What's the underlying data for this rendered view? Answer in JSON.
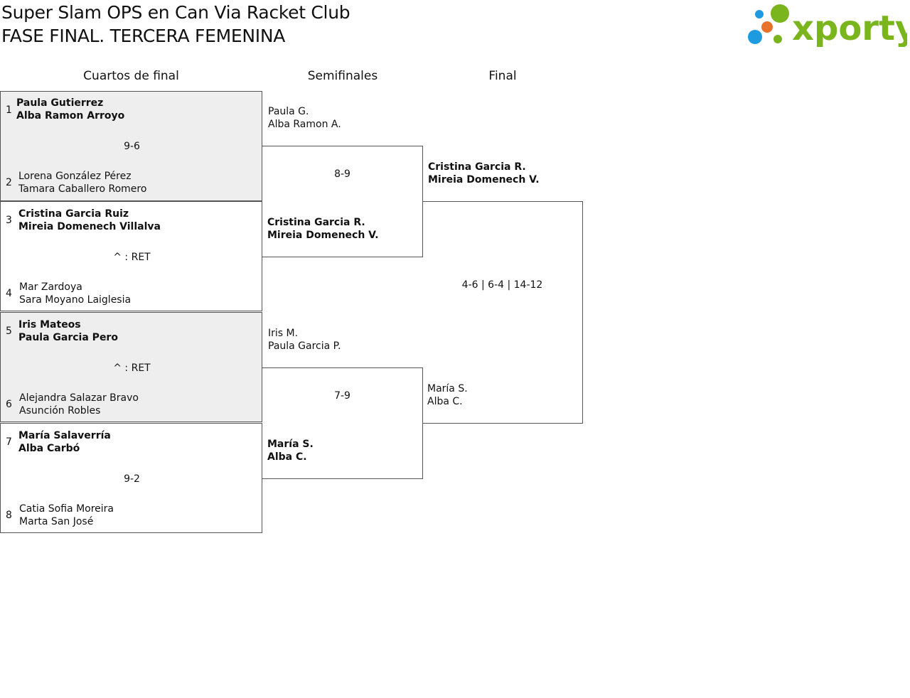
{
  "header": {
    "title": "Super Slam OPS en Can Via Racket Club",
    "subtitle": "FASE FINAL. TERCERA FEMENINA",
    "logo_text": "xporty",
    "logo_colors": {
      "green": "#7ab51d",
      "blue": "#1e9be0",
      "orange": "#e8722a"
    }
  },
  "rounds": {
    "quarterfinals": "Cuartos de final",
    "semifinals": "Semifinales",
    "final": "Final"
  },
  "quarterfinals": [
    {
      "top": {
        "seed": "1",
        "p1": "Paula Gutierrez",
        "p2": "Alba Ramon Arroyo"
      },
      "score": "9-6",
      "bottom": {
        "seed": "2",
        "p1": "Lorena González Pérez",
        "p2": "Tamara Caballero Romero"
      }
    },
    {
      "top": {
        "seed": "3",
        "p1": "Cristina Garcia Ruiz",
        "p2": "Mireia Domenech Villalva"
      },
      "score": "^ : RET",
      "bottom": {
        "seed": "4",
        "p1": "Mar Zardoya",
        "p2": "Sara Moyano Laiglesia"
      }
    },
    {
      "top": {
        "seed": "5",
        "p1": "Iris Mateos",
        "p2": "Paula Garcia Pero"
      },
      "score": "^ : RET",
      "bottom": {
        "seed": "6",
        "p1": "Alejandra Salazar Bravo",
        "p2": "Asunción Robles"
      }
    },
    {
      "top": {
        "seed": "7",
        "p1": "María Salaverría",
        "p2": "Alba Carbó"
      },
      "score": "9-2",
      "bottom": {
        "seed": "8",
        "p1": "Catia Sofia Moreira",
        "p2": "Marta San José"
      }
    }
  ],
  "semifinals": [
    {
      "top": {
        "p1": "Paula G.",
        "p2": "Alba Ramon A."
      },
      "score": "8-9",
      "bottom": {
        "p1": "Cristina Garcia R.",
        "p2": "Mireia Domenech V."
      }
    },
    {
      "top": {
        "p1": "Iris M.",
        "p2": "Paula Garcia P."
      },
      "score": "7-9",
      "bottom": {
        "p1": "María S.",
        "p2": "Alba C."
      }
    }
  ],
  "final": {
    "top": {
      "p1": "Cristina Garcia R.",
      "p2": "Mireia Domenech V."
    },
    "score": "4-6 | 6-4 | 14-12",
    "bottom": {
      "p1": "María S.",
      "p2": "Alba C."
    }
  }
}
